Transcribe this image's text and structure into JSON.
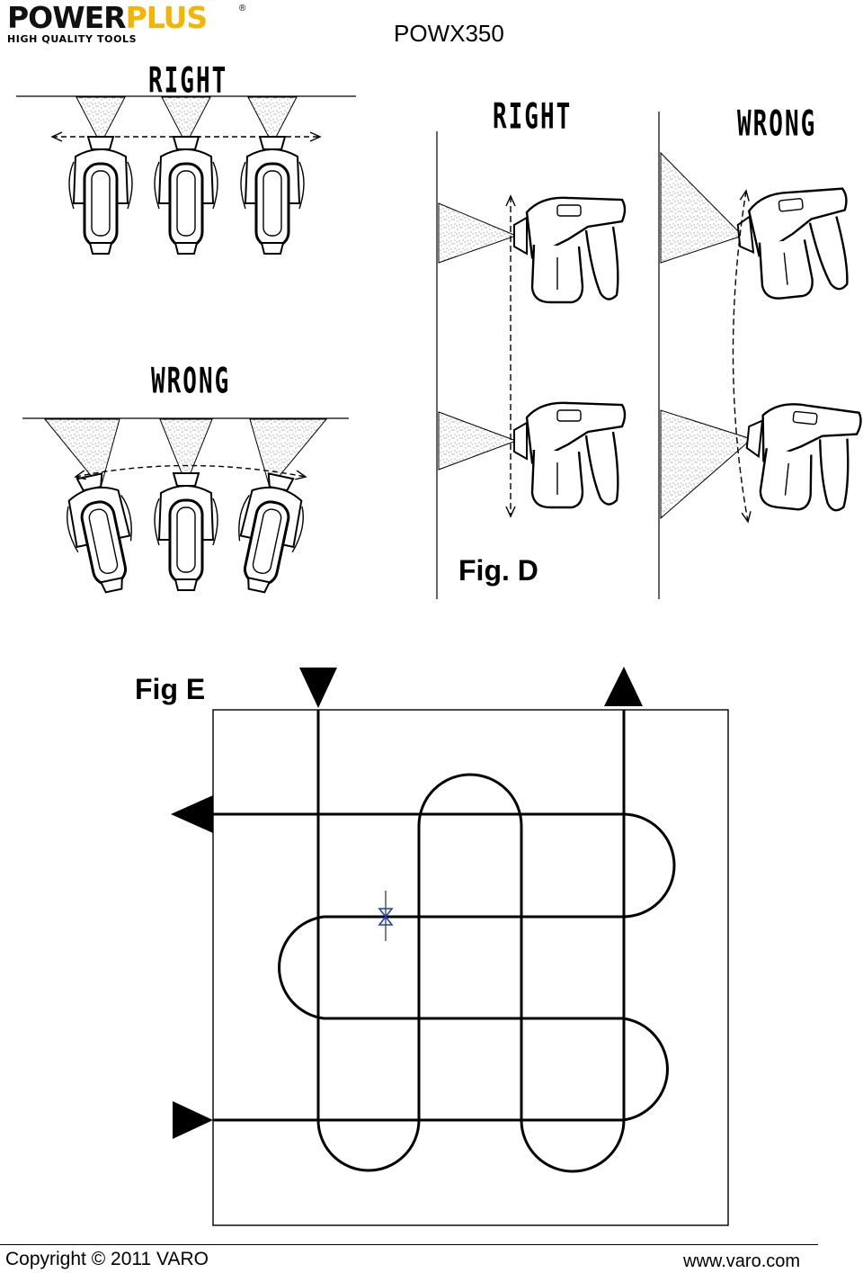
{
  "header": {
    "brand_part1": "POWER",
    "brand_part2": "PLUS",
    "registered": "®",
    "tagline": "HIGH QUALITY TOOLS",
    "model": "POWX350"
  },
  "figure_c": {
    "right_label": "RIGHT",
    "wrong_label": "WRONG"
  },
  "figure_d": {
    "right_label": "RIGHT",
    "wrong_label": "WRONG",
    "caption": "Fig. D"
  },
  "figure_e": {
    "caption": "Fig E"
  },
  "footer": {
    "copyright": "Copyright © 2011 VARO",
    "website": "www.varo.com"
  },
  "colors": {
    "brand_yellow": "#f5b400",
    "ink": "#000000",
    "cursor_blue": "#1f3fbf"
  }
}
